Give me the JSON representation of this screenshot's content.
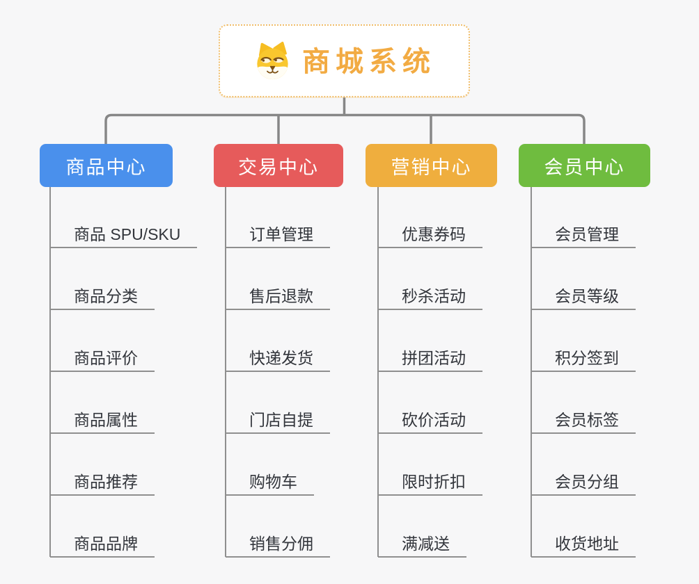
{
  "canvas": {
    "background": "#f7f7f8"
  },
  "root": {
    "title": "商城系统",
    "icon": "shiba-dog-icon",
    "title_color": "#f2ab43",
    "border_color": "#f0bd69",
    "background": "#ffffff"
  },
  "connectors": {
    "tree_color": "#878787",
    "leaf_color": "#8f8f8f"
  },
  "branches": [
    {
      "label": "商品中心",
      "color": "#4a90ec",
      "items": [
        "商品 SPU/SKU",
        "商品分类",
        "商品评价",
        "商品属性",
        "商品推荐",
        "商品品牌"
      ]
    },
    {
      "label": "交易中心",
      "color": "#e65b5b",
      "items": [
        "订单管理",
        "售后退款",
        "快递发货",
        "门店自提",
        "购物车",
        "销售分佣"
      ]
    },
    {
      "label": "营销中心",
      "color": "#efae3e",
      "items": [
        "优惠券码",
        "秒杀活动",
        "拼团活动",
        "砍价活动",
        "限时折扣",
        "满减送"
      ]
    },
    {
      "label": "会员中心",
      "color": "#6fbc3f",
      "items": [
        "会员管理",
        "会员等级",
        "积分签到",
        "会员标签",
        "会员分组",
        "收货地址"
      ]
    }
  ]
}
